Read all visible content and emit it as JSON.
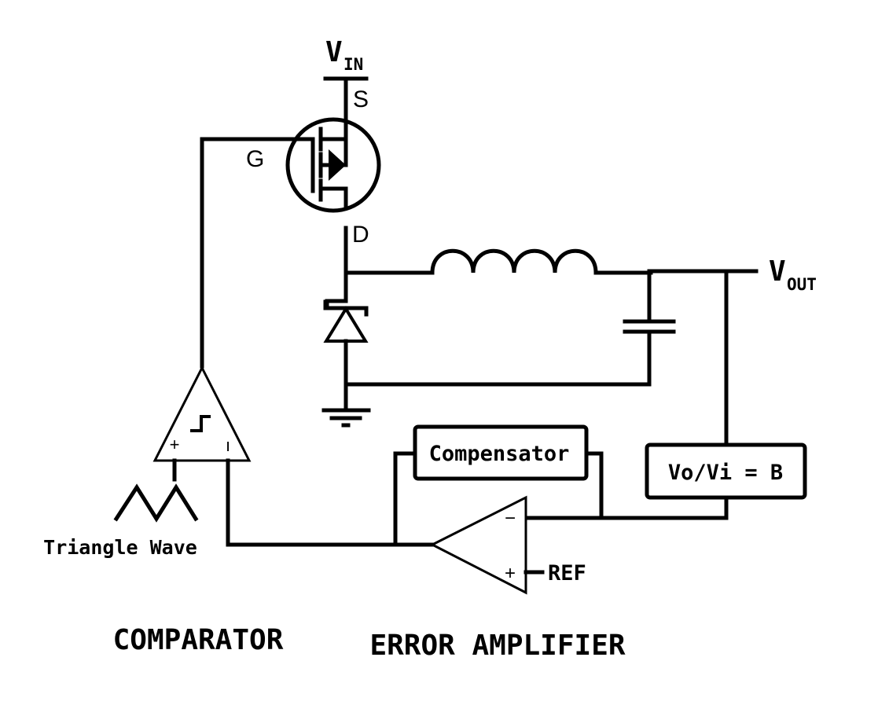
{
  "labels": {
    "vin_main": "V",
    "vin_sub": "IN",
    "vout_main": "V",
    "vout_sub": "OUT",
    "source": "S",
    "gate": "G",
    "drain": "D",
    "compensator": "Compensator",
    "feedback_gain": "Vo/Vi = B",
    "triangle_wave": "Triangle Wave",
    "ref": "REF",
    "comparator": "COMPARATOR",
    "error_amplifier": "ERROR AMPLIFIER",
    "comp_plus": "+",
    "comp_minus": "ı",
    "ea_minus": "−",
    "ea_plus": "+"
  },
  "colors": {
    "line": "#000000",
    "background": "#ffffff"
  }
}
